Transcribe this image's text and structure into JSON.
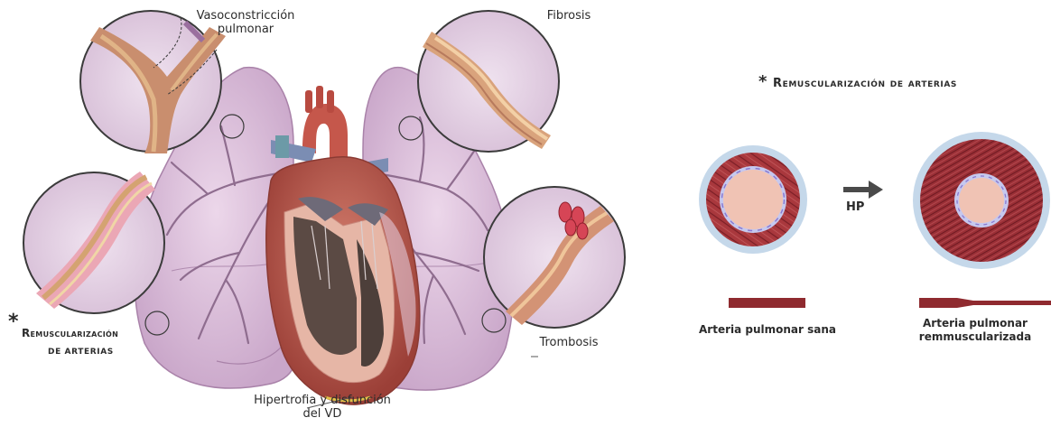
{
  "labels": {
    "vasoconstriccion_line1": "Vasoconstricción",
    "vasoconstriccion_line2": "pulmonar",
    "fibrosis": "Fibrosis",
    "trombosis": "Trombosis",
    "hipertrofia_line1": "Hipertrofia y disfunción",
    "hipertrofia_line2": "del VD",
    "asterisk": "*",
    "remusc_left_line1": "Remuscularización",
    "remusc_left_line2": "de arterias",
    "remusc_right_title": "Remuscularización de arterias",
    "arrow_label": "HP",
    "healthy_caption": "Arteria pulmonar sana",
    "remusc_caption_line1": "Arteria pulmonar",
    "remusc_caption_line2": "remmuscularizada"
  },
  "colors": {
    "lung": "#d9bcd9",
    "lung_dark": "#b894b8",
    "heart": "#b8584c",
    "vessel_red": "#8f2a2f",
    "adventitia": "#c5d8ea",
    "intima": "#c6c8ee",
    "lumen": "#f0c3b4"
  }
}
